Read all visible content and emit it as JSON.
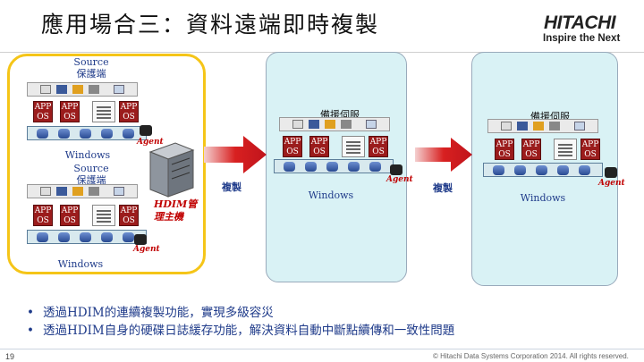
{
  "slide": {
    "title": "應用場合三：資料遠端即時複製",
    "brand": {
      "name": "HITACHI",
      "tagline": "Inspire the Next"
    },
    "page_number": "19",
    "copyright": "© Hitachi Data Systems Corporation 2014. All rights reserved."
  },
  "diagram": {
    "primary_server_1": {
      "label": "Source\n保護端",
      "os": "Windows",
      "app_label": "APP\nOS"
    },
    "primary_server_2": {
      "label": "Source\n保護端",
      "os": "Windows",
      "app_label": "APP\nOS"
    },
    "agent_label": "Agent",
    "hdim_server_label": "HDIM管理主機",
    "replica_1": {
      "label": "備援伺服",
      "os": "Windows"
    },
    "replica_2": {
      "label": "備援伺服",
      "os": "Windows"
    },
    "arrow_1_label": "複製",
    "arrow_2_label": "複製",
    "colors": {
      "zone_border": "#f5c518",
      "replica_zone": "#d9f2f5",
      "arrow": "#c0141c",
      "app_block": "#9b1c1c",
      "text": "#1f3b8a"
    }
  },
  "bullets": [
    "透過HDIM的連續複製功能，實現多級容災",
    "透過HDIM自身的硬碟日誌緩存功能，解決資料自動中斷點續傳和一致性問題"
  ]
}
